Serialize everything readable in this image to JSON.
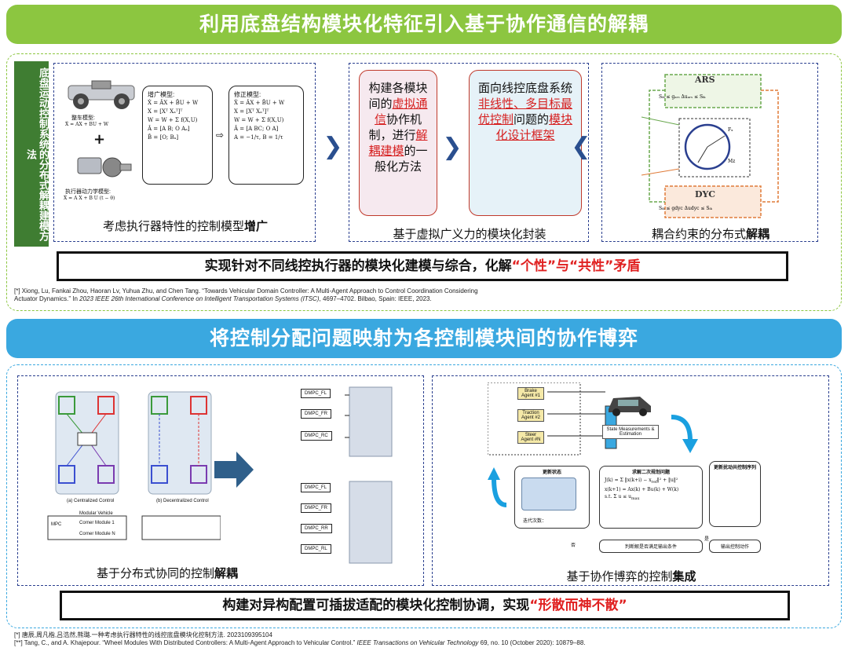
{
  "top": {
    "banner": "利用底盘结构模块化特征引入基于协作通信的解耦",
    "side_label": "底盘运动控制系统的分布式解耦建模方法",
    "panel1": {
      "caption_pre": "考虑执行器特性的控制模型",
      "caption_bold": "增广",
      "vehicle_model_label": "整车模型:",
      "actuator_model_label": "执行器动力学模型:",
      "augmented_title": "增广模型:",
      "corrected_title": "修正模型:"
    },
    "panel2": {
      "caption": "基于虚拟广义力的模块化封装",
      "box1": {
        "t1": "构建各模块间的",
        "t2": "虚拟通信",
        "t3": "协作机制，进行",
        "t4": "解耦建模",
        "t5": "的一般化方法"
      },
      "box2": {
        "t1": "面向线控底盘系统",
        "t2": "非线性、多目标最优控制",
        "t3": "问题的",
        "t4": "模块化设计框架"
      }
    },
    "panel3": {
      "caption_pre": "耦合约束的分布式",
      "caption_bold": "解耦",
      "ars_label": "ARS",
      "dyc_label": "DYC"
    },
    "summary": {
      "pre": "实现针对不同线控执行器的模块化建模与综合，化解",
      "quote": "“个性”与“共性”矛盾"
    },
    "reference": {
      "line1": "[*] Xiong, Lu, Fankai Zhou, Haoran Lv, Yuhua Zhu, and Chen Tang. “Towards Vehicular Domain Controller: A Multi-Agent Approach to Control Coordination Considering",
      "line2_pre": "Actuator Dynamics.” In ",
      "line2_ital": "2023 IEEE 26th International Conference on Intelligent Transportation Systems (ITSC)",
      "line2_post": ", 4697–4702. Bilbao, Spain: IEEE, 2023."
    }
  },
  "bottom": {
    "banner": "将控制分配问题映射为各控制模块间的协作博弈",
    "panel1": {
      "caption_pre": "基于分布式协同的控制",
      "caption_bold": "解耦",
      "sub_a": "(a) Centralized Control",
      "sub_b": "(b) Decentralized Control",
      "modules": [
        "DMPC_FL",
        "DMPC_FR",
        "DMPC_RC"
      ],
      "modules2": [
        "DMPC_FL",
        "DMPC_FR",
        "DMPC_RR",
        "DMPC_RL"
      ],
      "mpc_label": "MPC",
      "corner1": "Corner Module 1",
      "corner2": "Corner Module N",
      "modular_vehicle": "Modular Vehicle"
    },
    "panel2": {
      "caption_pre": "基于协作博弈的控制",
      "caption_bold": "集成",
      "agents": [
        "Brake Agent #1",
        "Traction Agent #2",
        "Steer Agent #N"
      ],
      "state_label": "State Measurements & Estimation",
      "update_state": "更新状态",
      "solve_qp": "求解二次规划问题",
      "update_seq": "更新扰动共控制序列",
      "judge": "判断解是否满足输出条件",
      "output": "输出控制动作",
      "iter": "迭代次数：",
      "yes": "是",
      "no": "否"
    },
    "summary": {
      "pre": "构建对异构配置可插拔适配的模块化控制协调，实现",
      "quote": "“形散而神不散”"
    },
    "reference": {
      "line1": "[*] 唐辰,周凡楷,吕浩然,熊璐.一种考虑执行器特性的线控底盘模块化控制方法. 2023109395104",
      "line2_pre": "[**] Tang, C., and A. Khajepour. “Wheel Modules With Distributed Controllers: A Multi-Agent Approach to Vehicular Control.” ",
      "line2_ital": "IEEE Transactions on Vehicular Technology",
      "line2_post": " 69, no. 10 (October 2020): 10879–88."
    }
  },
  "colors": {
    "green": "#8cc640",
    "blue": "#3aa8e0",
    "navy": "#2a3f8f",
    "red": "#d62020"
  }
}
